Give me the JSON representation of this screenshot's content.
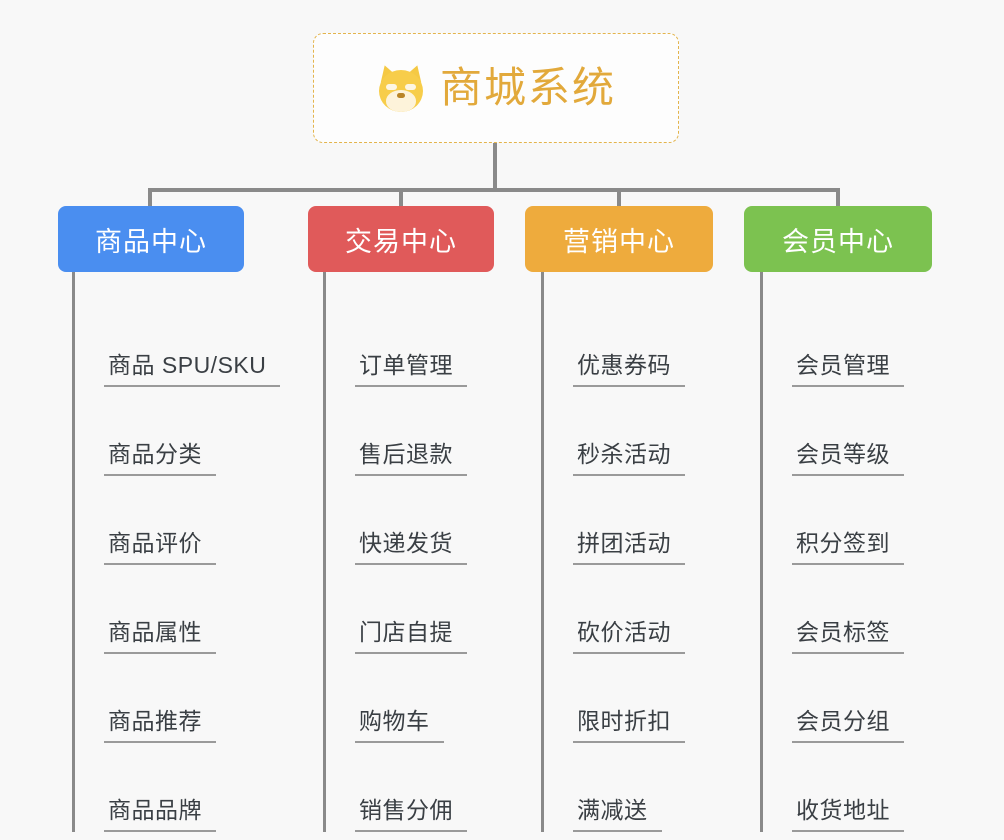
{
  "root": {
    "title": "商城系统",
    "icon": "shiba-dog-face-icon",
    "border_color": "#e3b44c",
    "text_color": "#e2a93b"
  },
  "connector_color": "#8a8a8a",
  "background_color": "#f8f8f8",
  "branches": [
    {
      "label": "商品中心",
      "color": "#4a8ef0",
      "items": [
        "商品 SPU/SKU",
        "商品分类",
        "商品评价",
        "商品属性",
        "商品推荐",
        "商品品牌"
      ]
    },
    {
      "label": "交易中心",
      "color": "#e05a5a",
      "items": [
        "订单管理",
        "售后退款",
        "快递发货",
        "门店自提",
        "购物车",
        "销售分佣"
      ]
    },
    {
      "label": "营销中心",
      "color": "#eeab3d",
      "items": [
        "优惠券码",
        "秒杀活动",
        "拼团活动",
        "砍价活动",
        "限时折扣",
        "满减送"
      ]
    },
    {
      "label": "会员中心",
      "color": "#7cc250",
      "items": [
        "会员管理",
        "会员等级",
        "积分签到",
        "会员标签",
        "会员分组",
        "收货地址"
      ]
    }
  ]
}
